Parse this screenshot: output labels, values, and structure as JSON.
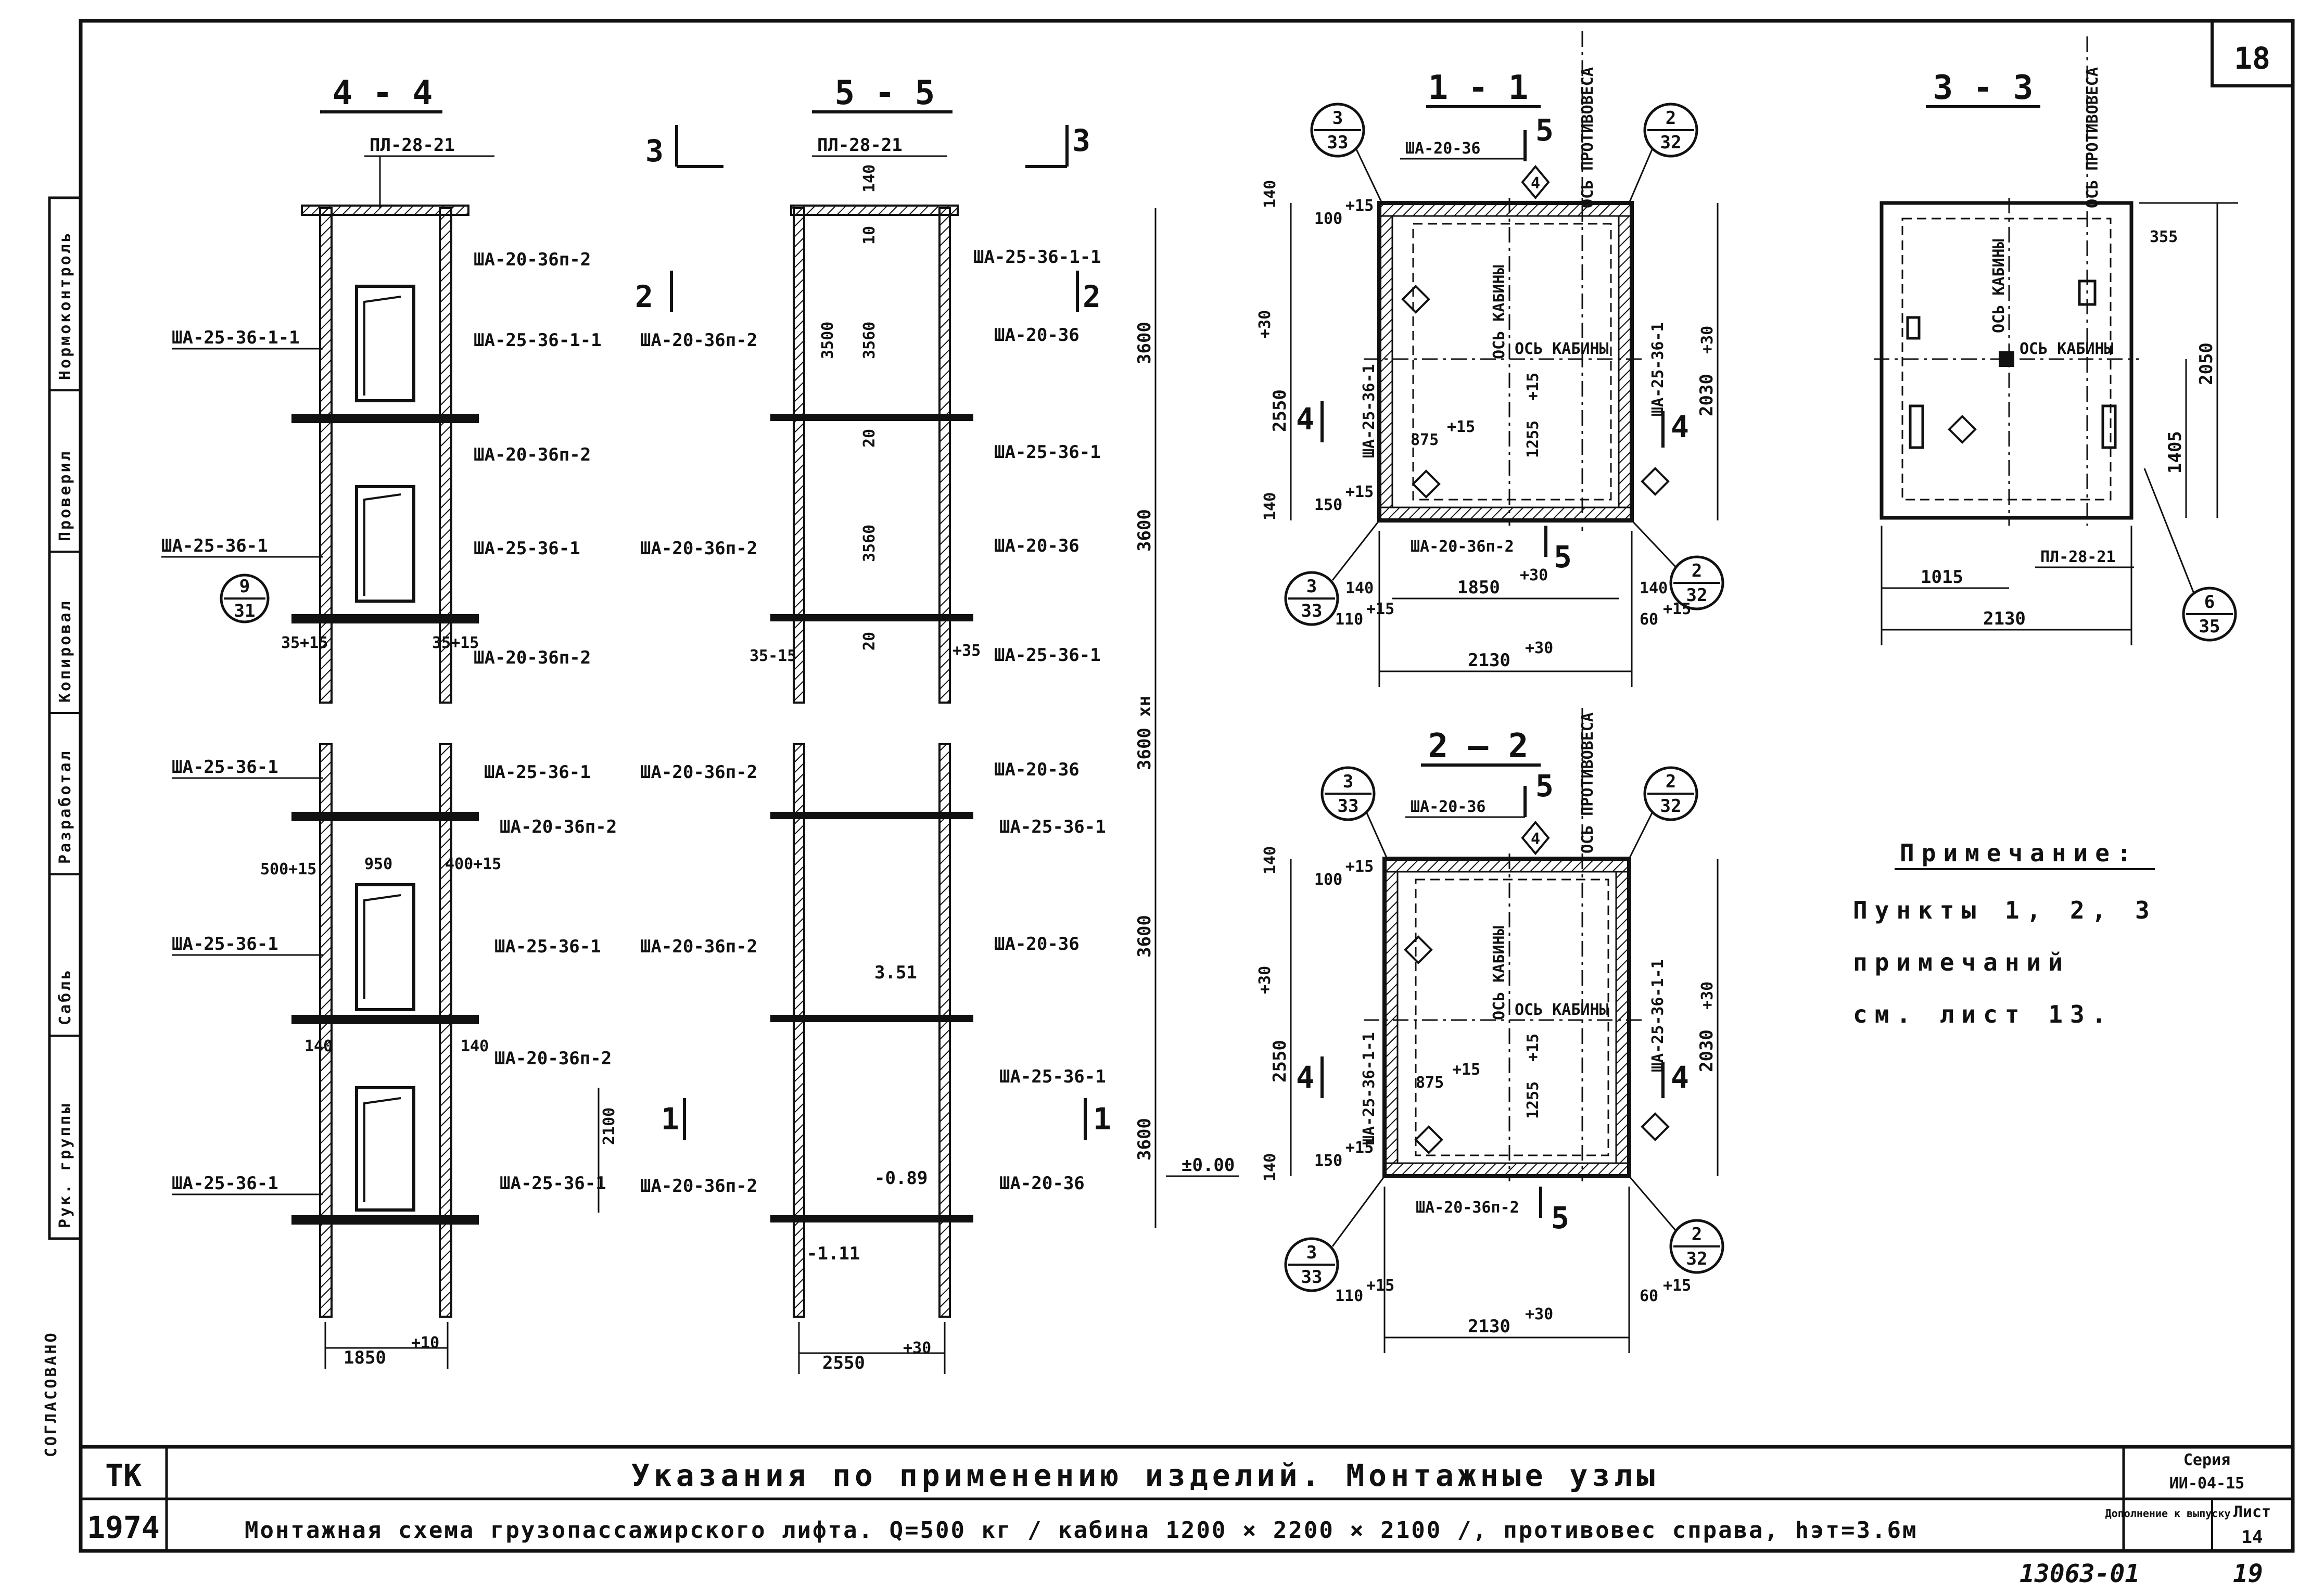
{
  "sheet_number": "18",
  "sections": {
    "s44": {
      "title": "4 - 4",
      "top_panel": "ПЛ-28-21",
      "width_dim": "1850",
      "width_tol": "+10",
      "left_labels": [
        "ША-25-36-1-1",
        "ША-25-36-1",
        "ША-25-36-1",
        "ША-25-36-1",
        "ША-25-36-1"
      ],
      "right_labels": [
        "ША-20-36п-2",
        "ША-25-36-1-1",
        "ША-20-36п-2",
        "ША-25-36-1",
        "ША-20-36п-2",
        "ША-25-36-1",
        "ША-20-36п-2",
        "ША-25-36-1",
        "ША-20-36п-2",
        "ША-25-36-1"
      ],
      "node_num": "9",
      "node_sheet": "31",
      "dims": [
        "35+15",
        "35+15",
        "500+15",
        "950",
        "400+15",
        "140",
        "140",
        "2100"
      ]
    },
    "s55": {
      "title": "5 - 5",
      "top_panel": "ПЛ-28-21",
      "width_dim": "2550",
      "width_tol": "+30",
      "left_labels": [
        "ША-20-36п-2",
        "ША-20-36п-2",
        "ША-20-36п-2",
        "ША-20-36п-2",
        "ША-20-36п-2"
      ],
      "right_labels": [
        "ША-25-36-1-1",
        "ША-20-36",
        "ША-25-36-1",
        "ША-20-36",
        "ША-25-36-1",
        "ША-20-36",
        "ША-25-36-1",
        "ША-20-36",
        "ША-25-36-1",
        "ША-20-36"
      ],
      "cut_marks": [
        "3",
        "3",
        "2",
        "2",
        "1",
        "1"
      ],
      "dims_h": [
        "3600",
        "3600",
        "3600 хн",
        "3600",
        "3600",
        "3500",
        "3560",
        "3560"
      ],
      "small": [
        "140",
        "10",
        "20",
        "20",
        "35-15",
        "+35"
      ],
      "levels": [
        "3.51",
        "-0.89",
        "-1.11",
        "±0.00"
      ]
    },
    "s11": {
      "title": "1 - 1",
      "axis_cw": "ОСЬ ПРОТИВОВЕСА",
      "axis_cab": "ОСЬ КАБИНЫ",
      "top": "ША-20-36",
      "bottom": "ША-20-36п-2",
      "left": "ША-25-36-1",
      "right": "ША-25-36-1",
      "dim_w": "1850",
      "dim_w_tol": "+30",
      "dim_total": "2130",
      "dim_total_tol": "+30",
      "dim_h": "2550",
      "dim_h_tol": "+30",
      "dim_h2": "2030",
      "dim_h2_tol": "+30",
      "d875": "875",
      "d875_tol": "+15",
      "d1255": "1255",
      "d1255_tol": "+15",
      "side140a": "140",
      "side140b": "140",
      "d110": "110",
      "d110_tol": "+15",
      "d60": "60",
      "d60_tol": "+15",
      "d100": "100",
      "d100_tol": "+15",
      "d150": "150",
      "d150_tol": "+15",
      "d140t": "140",
      "d140b": "140",
      "marks": [
        "5",
        "5",
        "4",
        "4"
      ],
      "diamond": "4",
      "nodes": [
        {
          "n": "3",
          "s": "33"
        },
        {
          "n": "2",
          "s": "32"
        },
        {
          "n": "3",
          "s": "33"
        },
        {
          "n": "2",
          "s": "32"
        }
      ]
    },
    "s22": {
      "title": "2 — 2",
      "axis_cw": "ОСЬ ПРОТИВОВЕСА",
      "axis_cab": "ОСЬ КАБИНЫ",
      "top": "ША-20-36",
      "bottom": "ША-20-36п-2",
      "left": "ША-25-36-1-1",
      "right": "ША-25-36-1-1",
      "dim_total": "2130",
      "dim_total_tol": "+30",
      "dim_h": "2550",
      "dim_h_tol": "+30",
      "dim_h2": "2030",
      "dim_h2_tol": "+30",
      "d875": "875",
      "d875_tol": "+15",
      "d1255": "1255",
      "d1255_tol": "+15",
      "d110": "110",
      "d110_tol": "+15",
      "d60": "60",
      "d60_tol": "+15",
      "d100": "100",
      "d100_tol": "+15",
      "d150": "150",
      "d150_tol": "+15",
      "d140t": "140",
      "d140b": "140",
      "marks": [
        "5",
        "5",
        "4",
        "4"
      ],
      "diamond": "4",
      "nodes": [
        {
          "n": "3",
          "s": "33"
        },
        {
          "n": "2",
          "s": "32"
        },
        {
          "n": "3",
          "s": "33"
        },
        {
          "n": "2",
          "s": "32"
        }
      ]
    },
    "s33": {
      "title": "3 - 3",
      "axis_cw": "ОСЬ ПРОТИВОВЕСА",
      "axis_cab": "ОСЬ КАБИНЫ",
      "d355": "355",
      "d2050": "2050",
      "d1405": "1405",
      "d1015": "1015",
      "d2130": "2130",
      "panel": "ПЛ-28-21",
      "node_n": "6",
      "node_s": "35"
    }
  },
  "note": {
    "title": "Примечание:",
    "lines": [
      "Пункты 1, 2, 3",
      "примечаний",
      "см. лист 13."
    ]
  },
  "side_stamp": [
    "Рук. группы",
    "Сабль",
    "Разработал",
    "Копировал",
    "Проверил",
    "Нормоконтроль"
  ],
  "vertical_code": "СОГЛАСОВАНО",
  "title_block": {
    "tk": "ТК",
    "year": "1974",
    "line1": "Указания по применению изделий. Монтажные узлы",
    "line2": "Монтажная схема грузопассажирского лифта. Q=500 кг / кабина 1200 × 2200 × 2100 /, противовес справа, hэт=3.6м",
    "series_label": "Серия",
    "series": "ИИ-04-15",
    "supplement": "Дополнение к выпуску",
    "sheet_label": "Лист",
    "sheet": "14"
  },
  "footer_code": "13063-01",
  "footer_page": "19"
}
